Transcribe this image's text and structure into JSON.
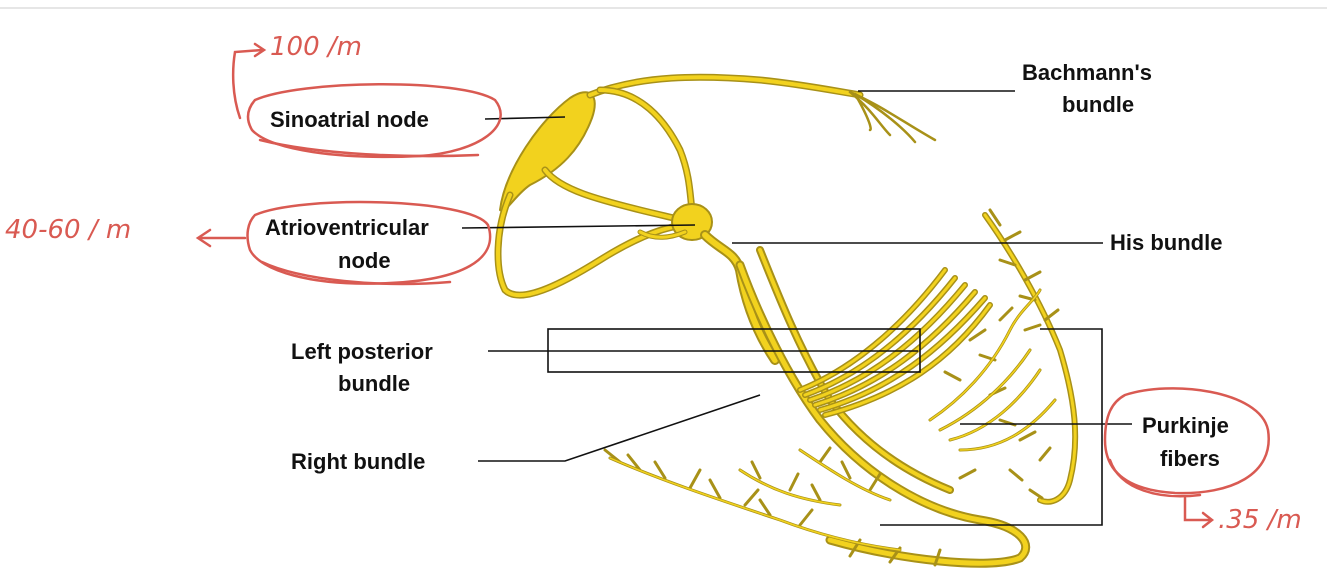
{
  "labels": {
    "sa_node": "Sinoatrial node",
    "av_node_line1": "Atrioventricular",
    "av_node_line2": "node",
    "bachmann_line1": "Bachmann's",
    "bachmann_line2": "bundle",
    "his_bundle": "His bundle",
    "left_posterior_line1": "Left posterior",
    "left_posterior_line2": "bundle",
    "right_bundle": "Right bundle",
    "purkinje_line1": "Purkinje",
    "purkinje_line2": "fibers"
  },
  "annotations": {
    "sa_rate": "100 /m",
    "av_rate": "40-60 / m",
    "purkinje_rate": ".35 /m"
  },
  "colors": {
    "conduction_fill": "#f2d21e",
    "conduction_stroke": "#a89118",
    "annotation_ink": "#d95a52",
    "label_ink": "#111111"
  }
}
